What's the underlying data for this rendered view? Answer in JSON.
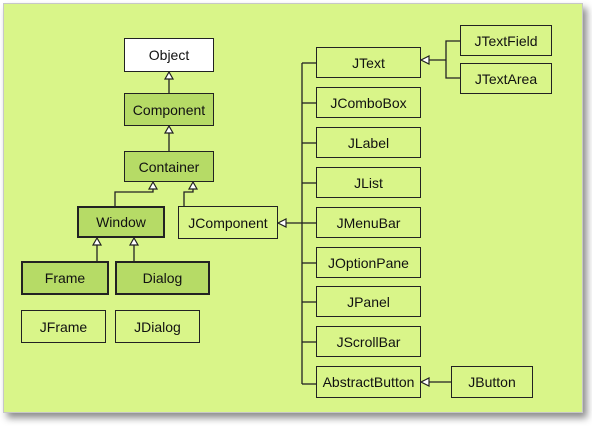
{
  "colors": {
    "panel_background": "#d9f589",
    "box_dark": "#b6db66",
    "box_white": "#ffffff",
    "line": "#222222"
  },
  "classes": {
    "object": "Object",
    "component": "Component",
    "container": "Container",
    "window": "Window",
    "frame": "Frame",
    "dialog": "Dialog",
    "jframe": "JFrame",
    "jdialog": "JDialog",
    "jcomponent": "JComponent",
    "jtext": "JText",
    "jtextfield": "JTextField",
    "jtextarea": "JTextArea",
    "jcombobox": "JComboBox",
    "jlabel": "JLabel",
    "jlist": "JList",
    "jmenubar": "JMenuBar",
    "joptionpane": "JOptionPane",
    "jpanel": "JPanel",
    "jscrollbar": "JScrollBar",
    "abstractbutton": "AbstractButton",
    "jbutton": "JButton"
  }
}
